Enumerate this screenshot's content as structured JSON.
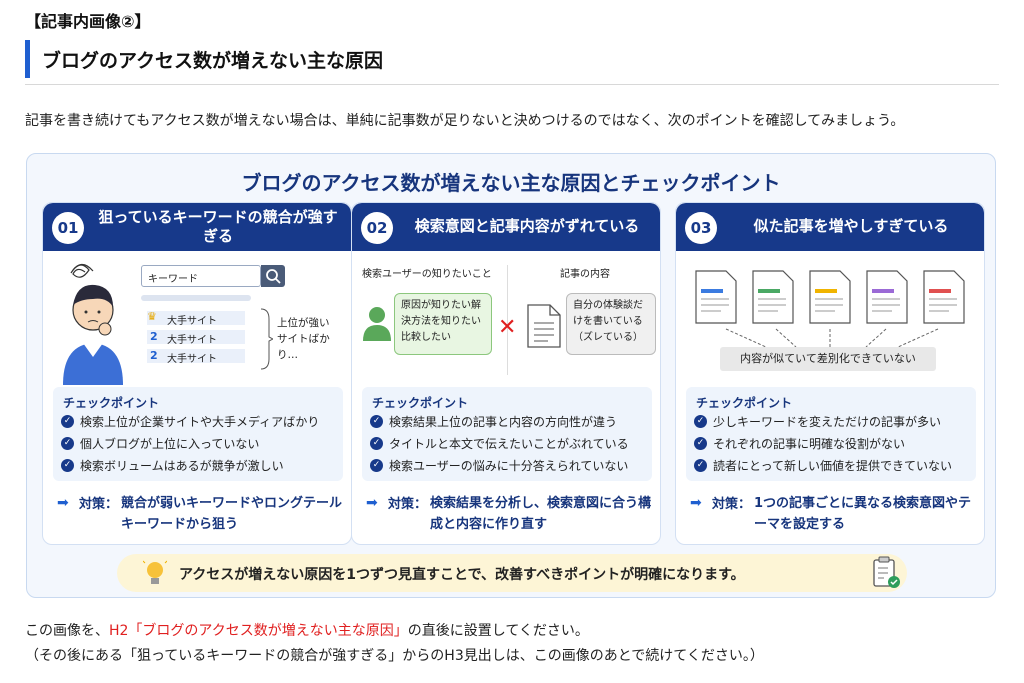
{
  "header": {
    "label": "【記事内画像②】",
    "h2": "ブログのアクセス数が増えない主な原因"
  },
  "intro": "記事を書き続けてもアクセス数が増えない場合は、単純に記事数が足りないと決めつけるのではなく、次のポイントを確認してみましょう。",
  "figure": {
    "title": "ブログのアクセス数が増えない主な原因とチェックポイント",
    "cards": [
      {
        "num": "01",
        "title": "狙っているキーワードの競合が強すぎる",
        "illus": {
          "search_text": "キーワード",
          "results": [
            "大手サイト",
            "大手サイト",
            "大手サイト"
          ],
          "ranks": [
            "2",
            "2"
          ],
          "note": "上位が強いサイトばかり…"
        },
        "check_title": "チェックポイント",
        "checks": [
          "検索上位が企業サイトや大手メディアばかり",
          "個人ブログが上位に入っていない",
          "検索ボリュームはあるが競争が激しい"
        ],
        "action_label": "対策：",
        "action_text": "競合が弱いキーワードやロングテールキーワードから狙う"
      },
      {
        "num": "02",
        "title": "検索意図と記事内容がずれている",
        "illus": {
          "left_head": "検索ユーザーの知りたいこと",
          "right_head": "記事の内容",
          "left_bubble": "原因が知りたい解決方法を知りたい比較したい",
          "right_bubble": "自分の体験談だけを書いている（ズレている）"
        },
        "check_title": "チェックポイント",
        "checks": [
          "検索結果上位の記事と内容の方向性が違う",
          "タイトルと本文で伝えたいことがぶれている",
          "検索ユーザーの悩みに十分答えられていない"
        ],
        "action_label": "対策：",
        "action_text": "検索結果を分析し、検索意図に合う構成と内容に作り直す"
      },
      {
        "num": "03",
        "title": "似た記事を増やしすぎている",
        "illus": {
          "caption": "内容が似ていて差別化できていない"
        },
        "check_title": "チェックポイント",
        "checks": [
          "少しキーワードを変えただけの記事が多い",
          "それぞれの記事に明確な役割がない",
          "読者にとって新しい価値を提供できていない"
        ],
        "action_label": "対策：",
        "action_text": "1つの記事ごとに異なる検索意図やテーマを設定する"
      }
    ],
    "banner": "アクセスが増えない原因を1つずつ見直すことで、改善すべきポイントが明確になります。"
  },
  "footer": {
    "line1_pre": "この画像を、",
    "line1_red": "H2「ブログのアクセス数が増えない主な原因」",
    "line1_post": "の直後に設置してください。",
    "line2": "（その後にある「狙っているキーワードの競合が強すぎる」からのH3見出しは、この画像のあとで続けてください。）"
  },
  "colors": {
    "accent": "#1f5fd0",
    "navy": "#17398a",
    "red": "#e02020",
    "banner": "#fdf5d6"
  }
}
